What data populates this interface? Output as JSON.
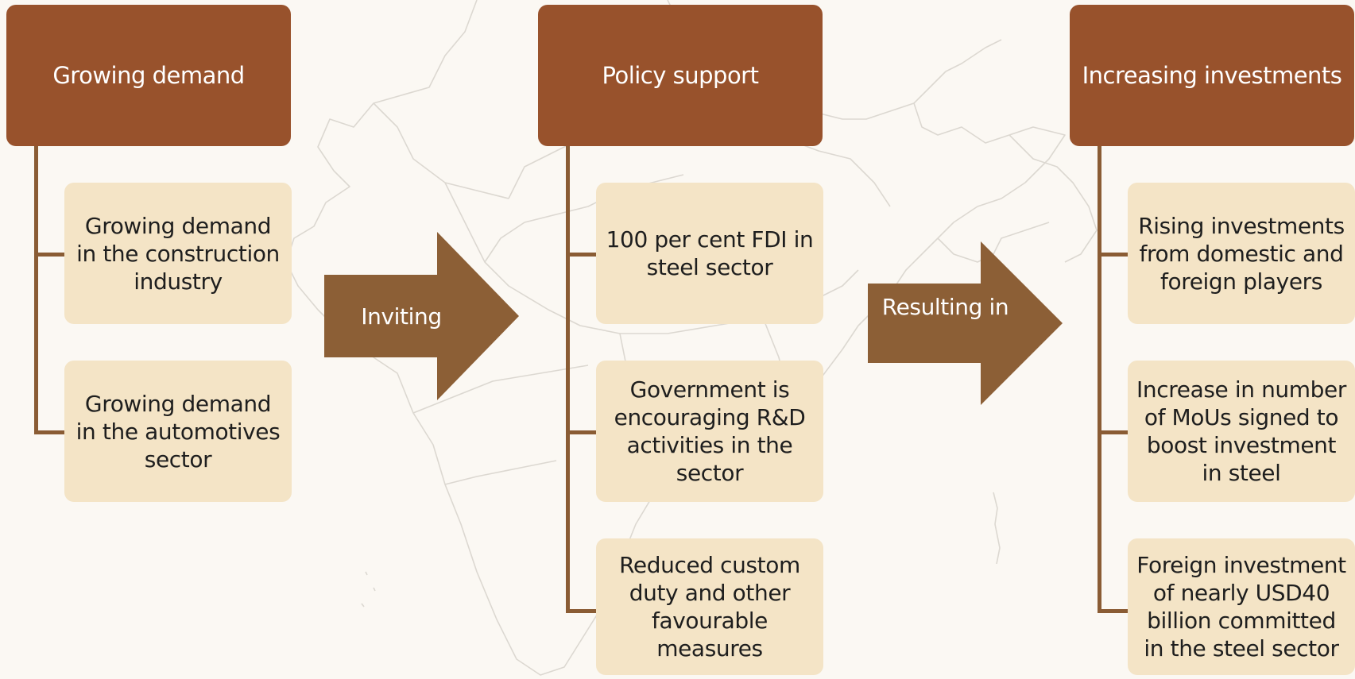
{
  "colors": {
    "header_bg": "#98522c",
    "card_bg": "#f4e4c6",
    "connector": "#8a5c34",
    "arrow": "#8c5f36",
    "map_outline": "#d9d6d0"
  },
  "columns": [
    {
      "header": "Growing demand",
      "cards": [
        "Growing demand in the construction industry",
        "Growing demand in the automotives sector"
      ]
    },
    {
      "header": "Policy support",
      "cards": [
        "100 per cent FDI in steel sector",
        "Government is encouraging R&D activities in the sector",
        "Reduced custom duty and other favourable measures"
      ]
    },
    {
      "header": "Increasing investments",
      "cards": [
        "Rising investments from domestic and foreign players",
        "Increase in number of MoUs signed to boost investment in steel",
        "Foreign investment of nearly USD40 billion committed in the steel sector"
      ]
    }
  ],
  "arrows": [
    {
      "label": "Inviting"
    },
    {
      "label": "Resulting in"
    }
  ]
}
